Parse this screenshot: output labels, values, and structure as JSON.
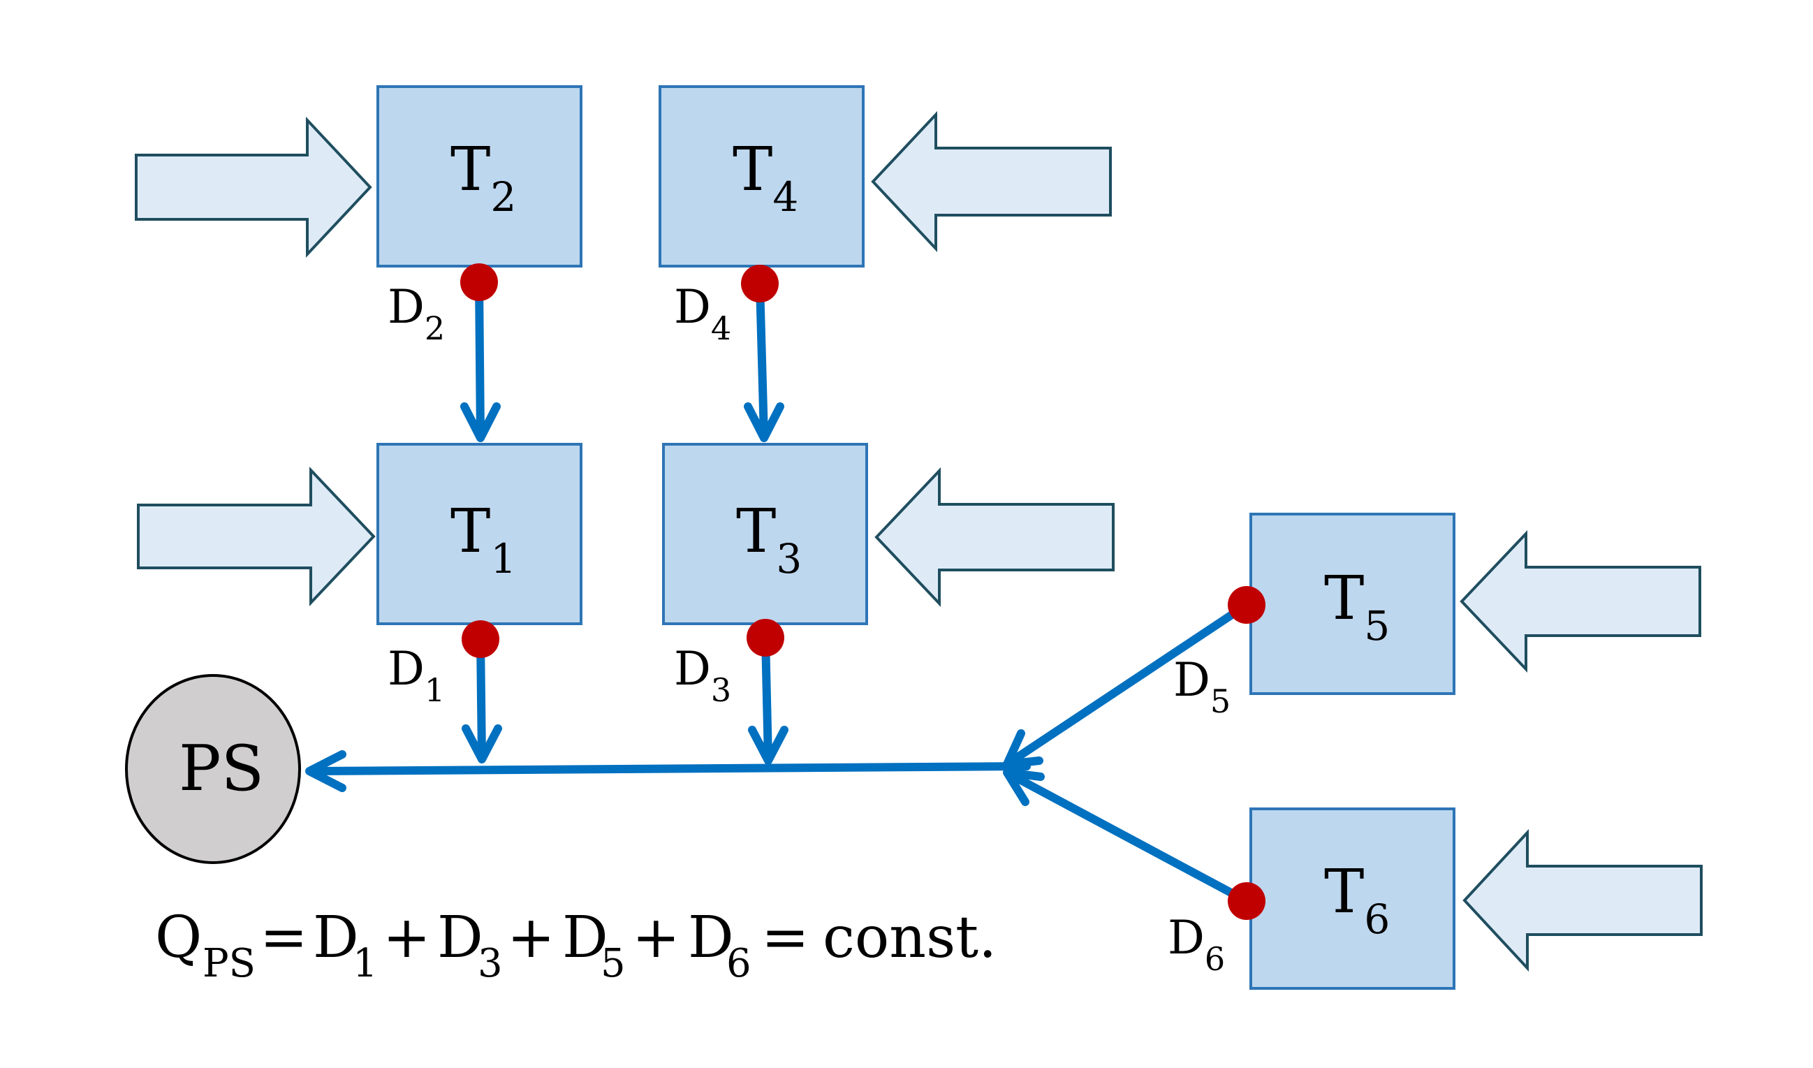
{
  "tanks": {
    "t1": {
      "main": "T",
      "sub": "1"
    },
    "t2": {
      "main": "T",
      "sub": "2"
    },
    "t3": {
      "main": "T",
      "sub": "3"
    },
    "t4": {
      "main": "T",
      "sub": "4"
    },
    "t5": {
      "main": "T",
      "sub": "5"
    },
    "t6": {
      "main": "T",
      "sub": "6"
    }
  },
  "discharges": {
    "d1": {
      "main": "D",
      "sub": "1"
    },
    "d2": {
      "main": "D",
      "sub": "2"
    },
    "d3": {
      "main": "D",
      "sub": "3"
    },
    "d4": {
      "main": "D",
      "sub": "4"
    },
    "d5": {
      "main": "D",
      "sub": "5"
    },
    "d6": {
      "main": "D",
      "sub": "6"
    }
  },
  "ps_label": "PS",
  "equation": {
    "q": "Q",
    "q_sub": "PS",
    "eq": "=",
    "d": "D",
    "plus": "+",
    "terms": [
      "1",
      "3",
      "5",
      "6"
    ],
    "tail": "const."
  },
  "colors": {
    "tank_fill": "#bdd7ee",
    "tank_stroke": "#2e75b6",
    "inflow_fill": "#deebf7",
    "pipe": "#0070c0",
    "node": "#c00000",
    "ps_fill": "#d0cece"
  }
}
